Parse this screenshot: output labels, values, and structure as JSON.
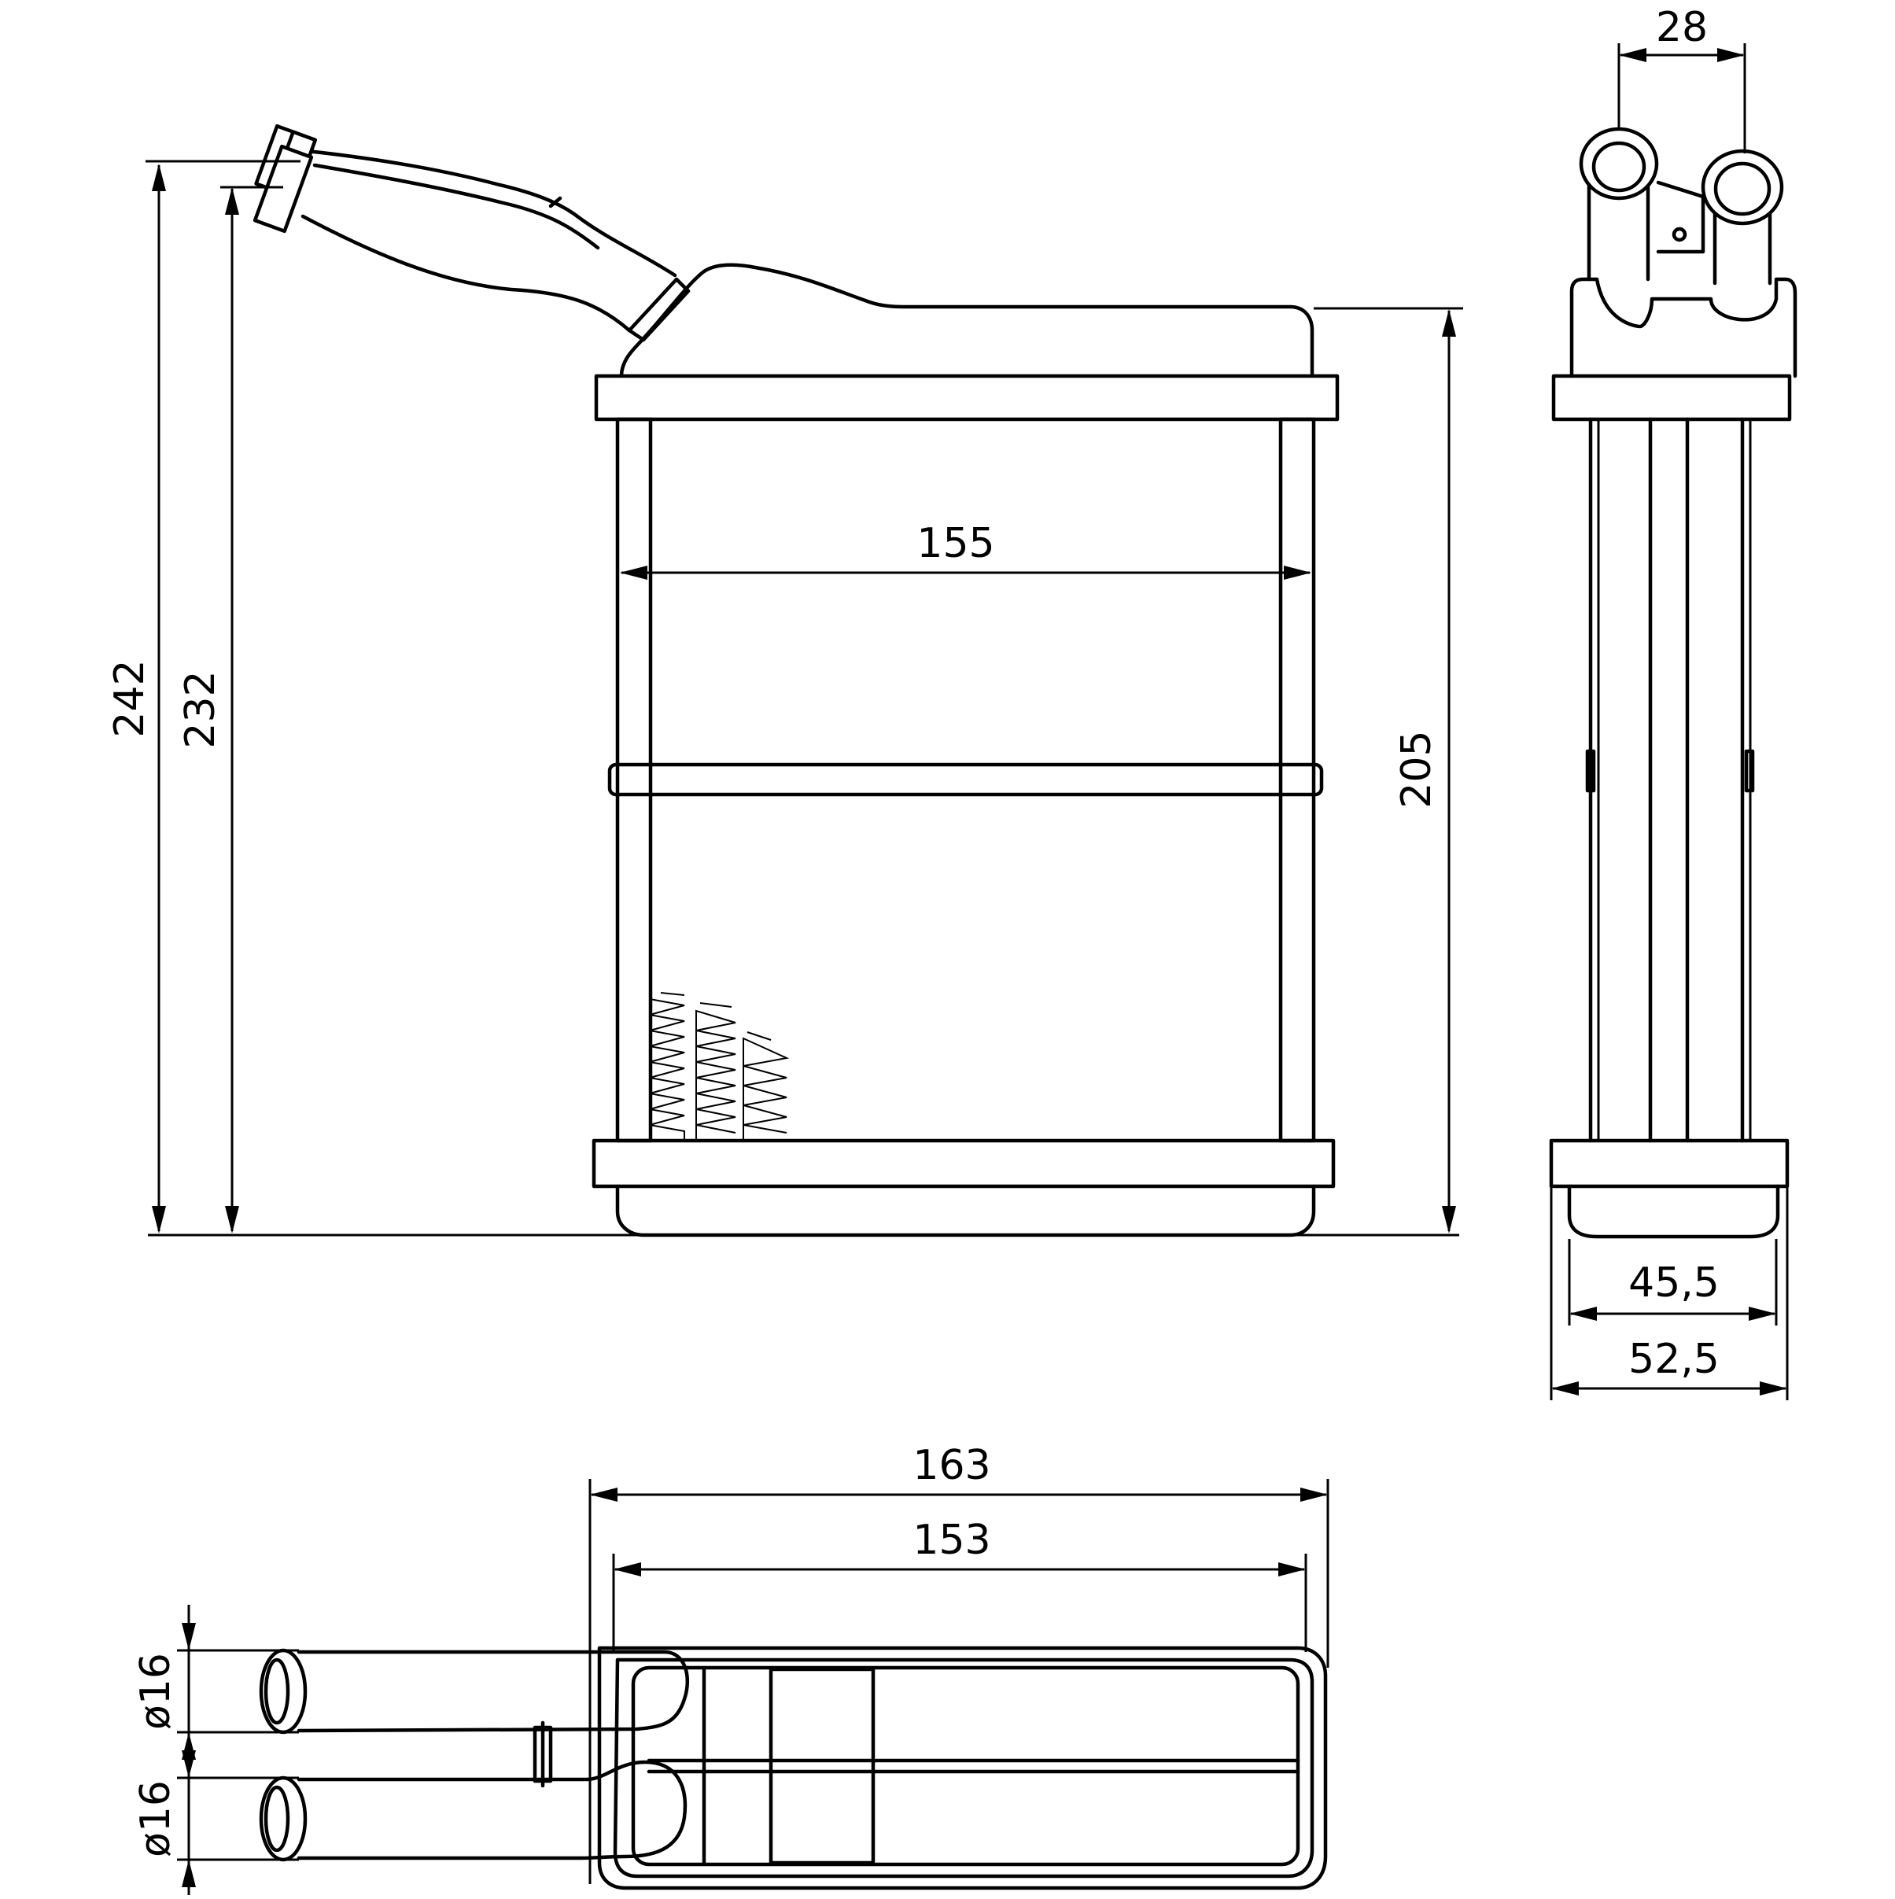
{
  "dimensions": {
    "height_overall": "242",
    "height_to_core": "232",
    "height_core": "205",
    "width_core_inner": "155",
    "pipe_spacing": "28",
    "depth_core": "45,5",
    "depth_overall": "52,5",
    "width_overall": "163",
    "width_core": "153",
    "pipe_diameter_1": "ø16",
    "pipe_diameter_2": "ø16"
  },
  "colors": {
    "line": "#000000",
    "background": "#ffffff"
  }
}
